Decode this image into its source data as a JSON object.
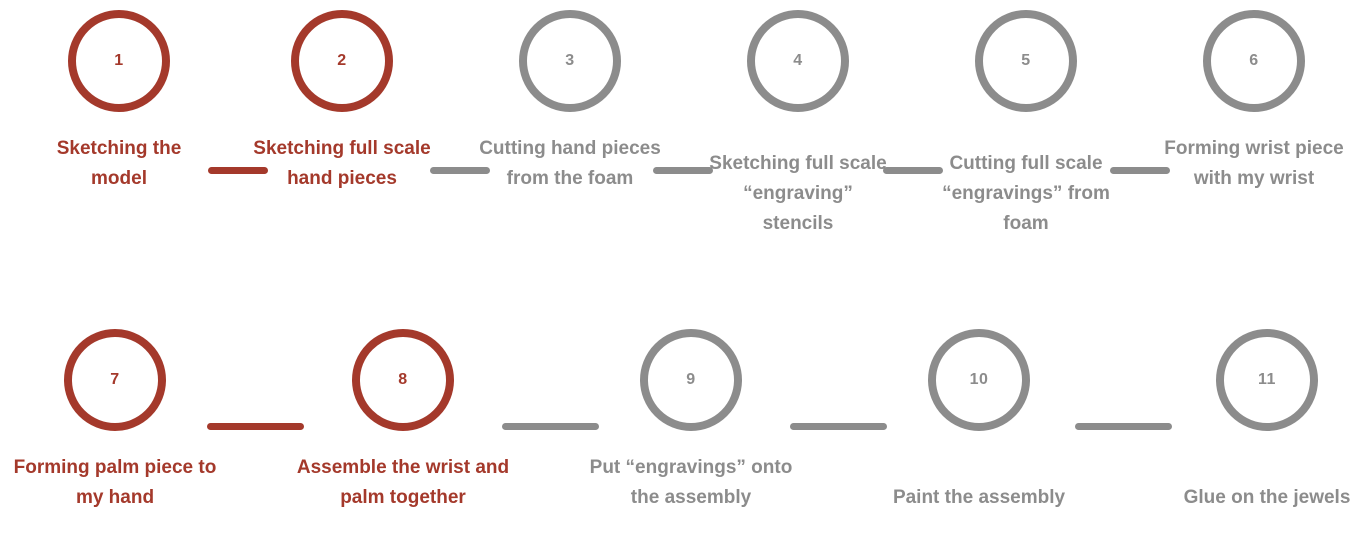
{
  "diagram": {
    "title": "",
    "colors": {
      "completed_step": "#A4392B",
      "pending_step": "#8C8C8C",
      "background": "#FFFFFF"
    },
    "steps": [
      {
        "number": "1",
        "label": "Sketching the\nmodel",
        "state": "done"
      },
      {
        "number": "2",
        "label": "Sketching full scale\nhand pieces",
        "state": "done"
      },
      {
        "number": "3",
        "label": "Cutting hand pieces\nfrom the foam",
        "state": "pending"
      },
      {
        "number": "4",
        "label": "Sketching full scale\n“engraving”\nstencils",
        "state": "pending"
      },
      {
        "number": "5",
        "label": "Cutting full scale\n“engravings” from\nfoam",
        "state": "pending"
      },
      {
        "number": "6",
        "label": "Forming wrist piece\nwith my wrist",
        "state": "pending"
      },
      {
        "number": "7",
        "label": "Forming palm piece to\nmy hand",
        "state": "done"
      },
      {
        "number": "8",
        "label": "Assemble the wrist and\npalm together",
        "state": "done"
      },
      {
        "number": "9",
        "label": "Put “engravings” onto\nthe assembly",
        "state": "pending"
      },
      {
        "number": "10",
        "label": "Paint the assembly",
        "state": "pending"
      },
      {
        "number": "11",
        "label": "Glue on the jewels",
        "state": "pending"
      }
    ]
  }
}
